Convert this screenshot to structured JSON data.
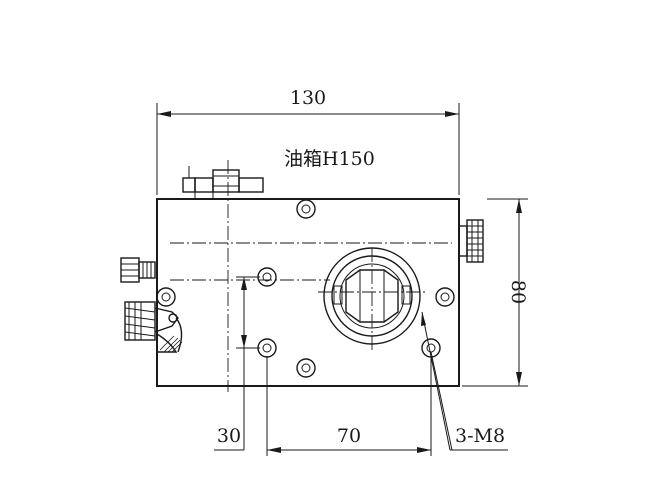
{
  "dimensions": {
    "overall_width": "130",
    "overall_height": "80",
    "hole_spacing_x": "70",
    "hole_offset_y": "30"
  },
  "notes": {
    "tank_label": "油箱H150",
    "thread_callout": "3-M8"
  },
  "colors": {
    "line": "#1a1a1a",
    "background": "#ffffff"
  }
}
